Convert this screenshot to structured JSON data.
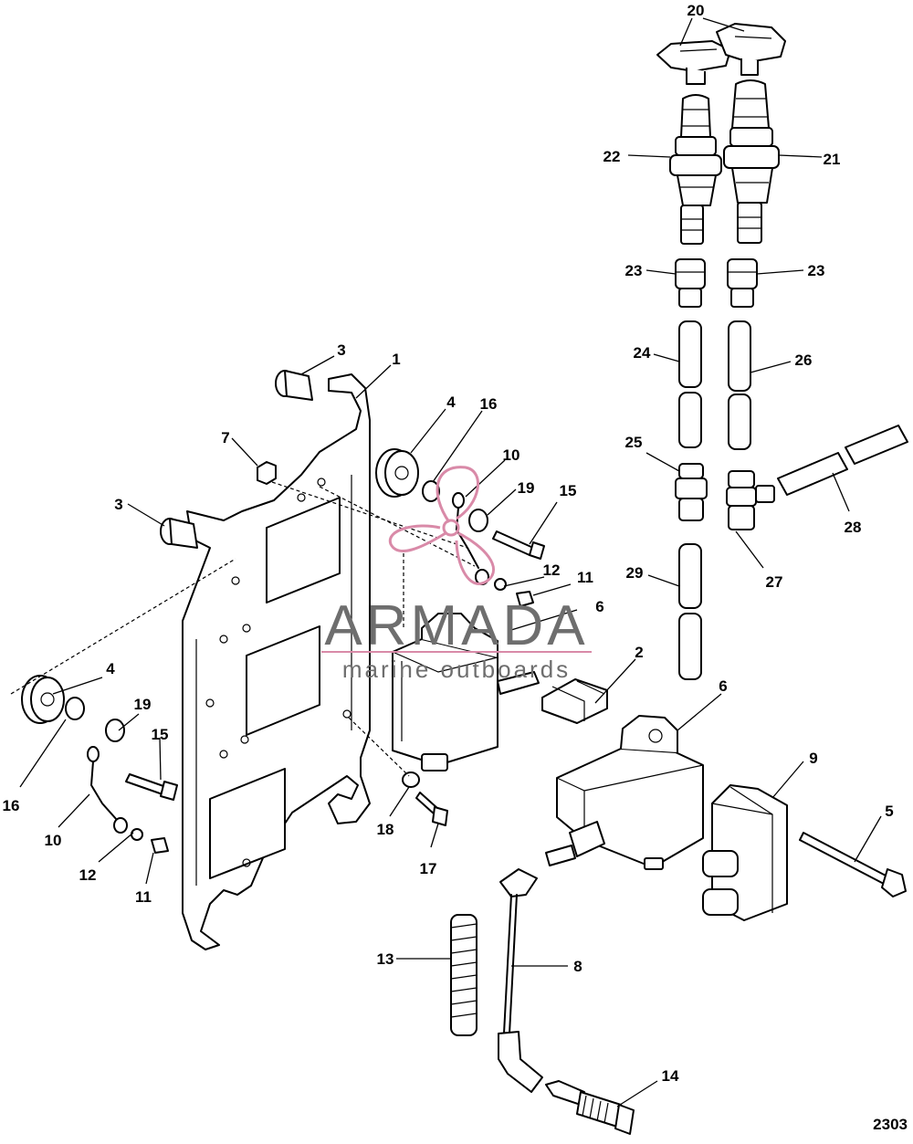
{
  "diagram": {
    "drawing_number": "2303",
    "callouts": [
      {
        "id": "c20",
        "label": "20"
      },
      {
        "id": "c22",
        "label": "22"
      },
      {
        "id": "c21",
        "label": "21"
      },
      {
        "id": "c23a",
        "label": "23"
      },
      {
        "id": "c23b",
        "label": "23"
      },
      {
        "id": "c24",
        "label": "24"
      },
      {
        "id": "c26",
        "label": "26"
      },
      {
        "id": "c25",
        "label": "25"
      },
      {
        "id": "c28",
        "label": "28"
      },
      {
        "id": "c27",
        "label": "27"
      },
      {
        "id": "c29",
        "label": "29"
      },
      {
        "id": "c3a",
        "label": "3"
      },
      {
        "id": "c1",
        "label": "1"
      },
      {
        "id": "c4a",
        "label": "4"
      },
      {
        "id": "c16a",
        "label": "16"
      },
      {
        "id": "c10a",
        "label": "10"
      },
      {
        "id": "c19a",
        "label": "19"
      },
      {
        "id": "c15a",
        "label": "15"
      },
      {
        "id": "c7",
        "label": "7"
      },
      {
        "id": "c3b",
        "label": "3"
      },
      {
        "id": "c12a",
        "label": "12"
      },
      {
        "id": "c11a",
        "label": "11"
      },
      {
        "id": "c6a",
        "label": "6"
      },
      {
        "id": "c2",
        "label": "2"
      },
      {
        "id": "c6b",
        "label": "6"
      },
      {
        "id": "c4b",
        "label": "4"
      },
      {
        "id": "c19b",
        "label": "19"
      },
      {
        "id": "c15b",
        "label": "15"
      },
      {
        "id": "c16b",
        "label": "16"
      },
      {
        "id": "c10b",
        "label": "10"
      },
      {
        "id": "c12b",
        "label": "12"
      },
      {
        "id": "c11b",
        "label": "11"
      },
      {
        "id": "c18",
        "label": "18"
      },
      {
        "id": "c17",
        "label": "17"
      },
      {
        "id": "c9",
        "label": "9"
      },
      {
        "id": "c5",
        "label": "5"
      },
      {
        "id": "c13",
        "label": "13"
      },
      {
        "id": "c8",
        "label": "8"
      },
      {
        "id": "c14",
        "label": "14"
      }
    ]
  },
  "watermark": {
    "brand": "ARMADA",
    "tagline": "marine outboards",
    "color": "#d98aa8"
  }
}
